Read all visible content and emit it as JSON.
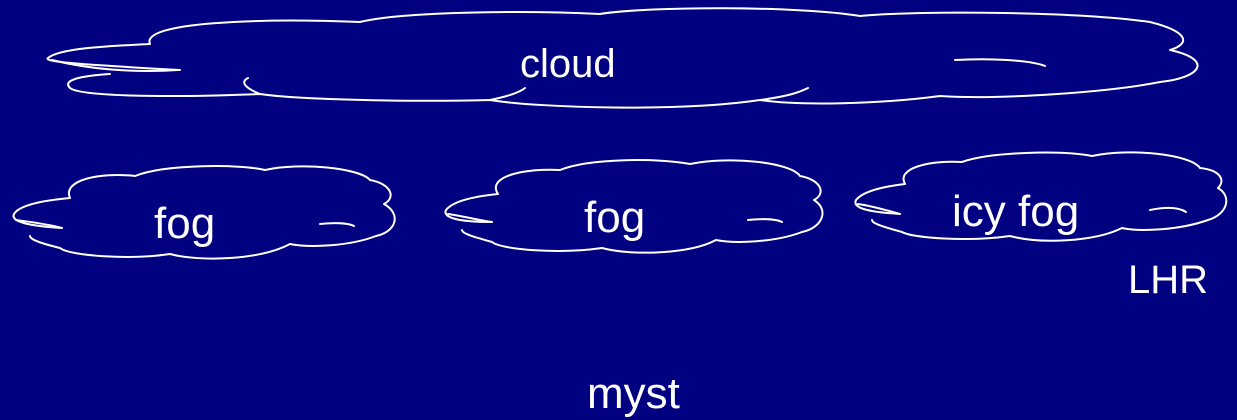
{
  "labels": {
    "cloud": "cloud",
    "fog_left": "fog",
    "fog_middle": "fog",
    "icy_fog": "icy fog",
    "lhr": "LHR",
    "myst": "myst"
  },
  "colors": {
    "background": "#000080",
    "stroke": "#ffffff",
    "text": "#ffffff"
  }
}
